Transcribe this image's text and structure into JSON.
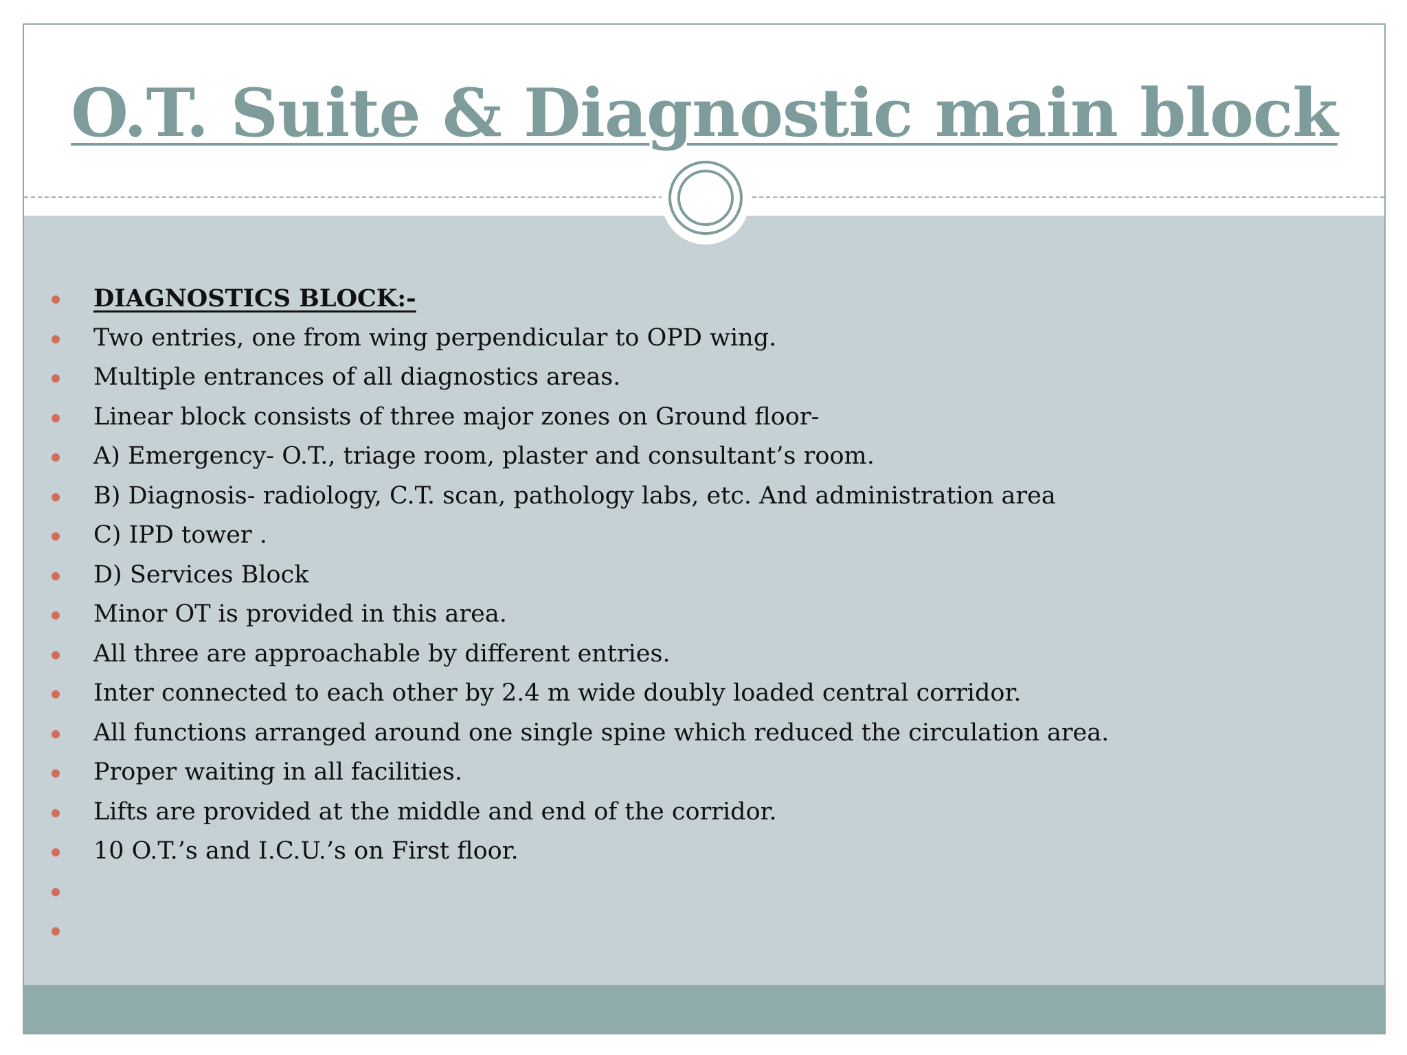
{
  "slide": {
    "title": "O.T. Suite & Diagnostic main block",
    "colors": {
      "title": "#7f9c9c",
      "body_background": "#c6d1d6",
      "footer": "#8fabac",
      "bullet": "#d26d5b",
      "text": "#111111"
    },
    "heading": "DIAGNOSTICS BLOCK:-",
    "items": [
      "Two entries, one from wing perpendicular to OPD wing.",
      "Multiple entrances of all diagnostics areas.",
      "Linear block consists of three major zones on Ground floor-",
      "A) Emergency- O.T., triage room, plaster and  consultant’s room.",
      "B) Diagnosis- radiology, C.T. scan, pathology labs, etc. And administration area",
      "C)   IPD tower .",
      "D)   Services Block",
      "Minor OT is provided in this area.",
      "All three are approachable by different entries.",
      "Inter connected to each other by 2.4 m wide doubly loaded central corridor.",
      "All functions arranged around one single spine which reduced the circulation area.",
      "Proper waiting in all facilities.",
      "Lifts are provided at the middle and end of the corridor.",
      "10 O.T.’s and I.C.U.’s on First floor.",
      "",
      ""
    ]
  }
}
